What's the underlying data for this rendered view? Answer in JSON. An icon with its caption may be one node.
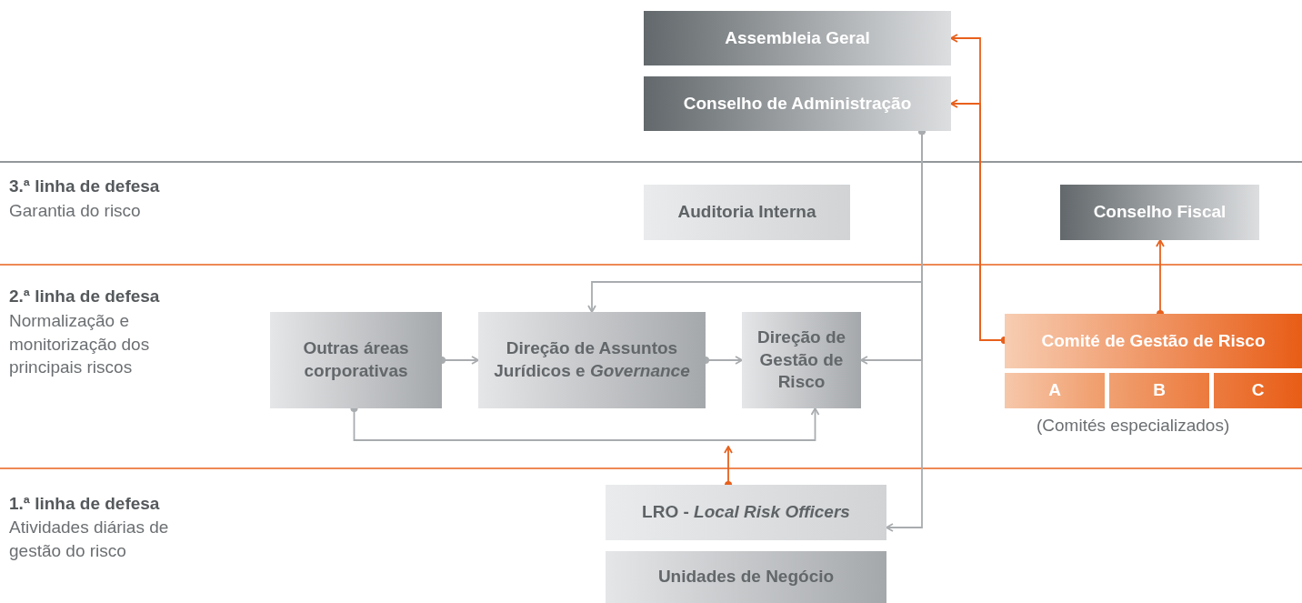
{
  "diagram": {
    "nodes": [
      {
        "text": [
          "Assembleia Geral"
        ]
      },
      {
        "text": [
          "Conselho de Administração"
        ]
      },
      {
        "text": [
          "Auditoria Interna"
        ]
      },
      {
        "text": [
          "Conselho Fiscal"
        ]
      },
      {
        "text": [
          "Outras áreas corporativas"
        ]
      },
      {
        "text": [
          "Direção de Assuntos Jurídicos e *Governance*"
        ]
      },
      {
        "text": [
          "Direção de Gestão de Risco"
        ]
      },
      {
        "text": [
          "Comité de Gestão de Risco"
        ]
      },
      {
        "text": [
          "A"
        ]
      },
      {
        "text": [
          "B"
        ]
      },
      {
        "text": [
          "C"
        ]
      },
      {
        "text": [
          "LRO - *Local Risk Officers*"
        ]
      },
      {
        "text": [
          "Unidades de Negócio"
        ]
      }
    ],
    "edges": [
      {
        "from": 1,
        "to": 5,
        "arrow": "to"
      },
      {
        "from": 1,
        "to": 6,
        "arrow": "to"
      },
      {
        "from": 1,
        "to": 11,
        "arrow": "to"
      },
      {
        "from": 4,
        "to": 5,
        "arrow": "to"
      },
      {
        "from": 5,
        "to": 6,
        "arrow": "to"
      },
      {
        "from": 4,
        "to": 6,
        "arrow": "to"
      },
      {
        "from": 7,
        "to": 0,
        "arrow": "to",
        "color": "#e8601c"
      },
      {
        "from": 7,
        "to": 1,
        "arrow": "to",
        "color": "#e8601c"
      },
      {
        "from": 7,
        "to": 3,
        "arrow": "to",
        "color": "#e8601c"
      },
      {
        "from": 11,
        "to": null,
        "arrow": "to",
        "color": "#e8601c"
      }
    ],
    "labels": [
      "3.ª linha de defesa",
      "Garantia do risco",
      "2.ª linha de defesa",
      "Normalização e monitorização dos principais riscos",
      "(Comités especializados)",
      "1.ª linha de defesa",
      "Atividades diárias de gestão do risco"
    ]
  }
}
